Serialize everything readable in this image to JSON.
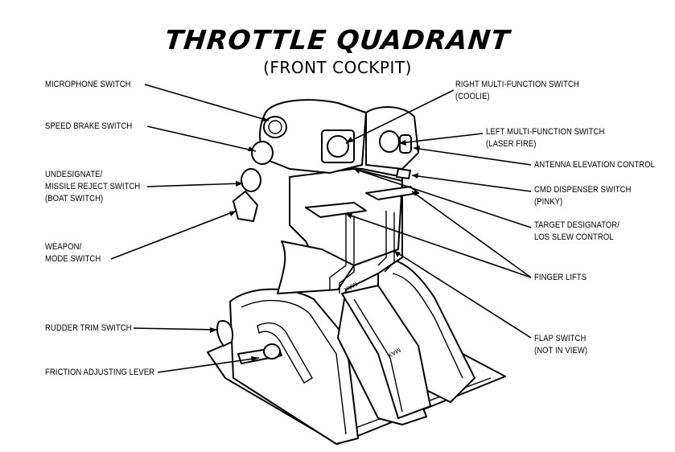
{
  "title": "THROTTLE QUADRANT",
  "subtitle": "(FRONT COCKPIT)",
  "labels": {
    "microphone_switch": "MICROPHONE SWITCH",
    "speed_brake_switch": "SPEED BRAKE SWITCH",
    "undesignate_1": "UNDESIGNATE/",
    "undesignate_2": "MISSILE REJECT SWITCH",
    "undesignate_3": "(BOAT SWITCH)",
    "weapon_1": "WEAPON/",
    "weapon_2": "MODE SWITCH",
    "rudder_trim_switch": "RUDDER TRIM SWITCH",
    "friction_adjusting_lever": "FRICTION ADJUSTING LEVER",
    "right_mf_1": "RIGHT MULTI-FUNCTION SWITCH",
    "right_mf_2": "(COOLIE)",
    "left_mf_1": "LEFT MULTI-FUNCTION SWITCH",
    "left_mf_2": "(LASER FIRE)",
    "antenna_elevation_control": "ANTENNA ELEVATION CONTROL",
    "cmd_1": "CMD DISPENSER SWITCH",
    "cmd_2": "(PINKY)",
    "target_1": "TARGET DESIGNATOR/",
    "target_2": "LOS SLEW CONTROL",
    "finger_lifts": "FINGER LIFTS",
    "flap_1": "FLAP SWITCH",
    "flap_2": "(NOT IN VIEW)",
    "max_left": "MAX",
    "max_right": "MAX"
  }
}
